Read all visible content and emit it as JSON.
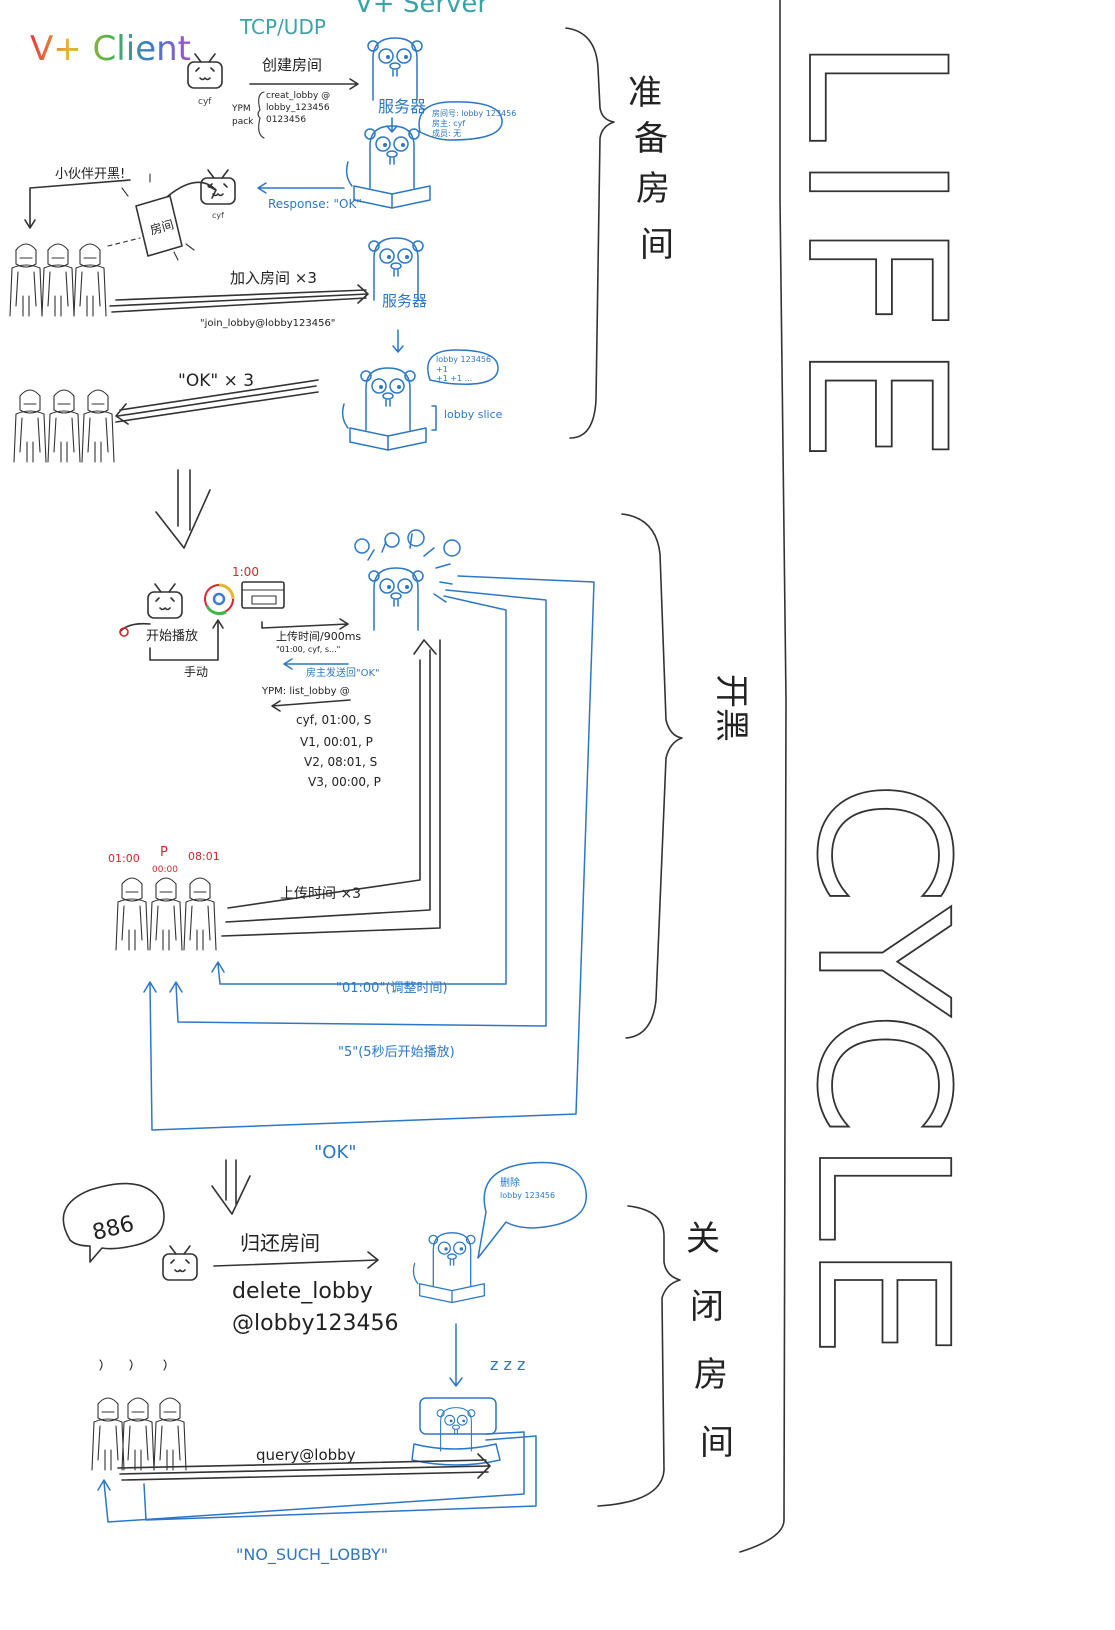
{
  "header": {
    "client": "V+ Client",
    "transport": "TCP/UDP",
    "server": "V+ Server"
  },
  "colors": {
    "ink": "#333333",
    "blue": "#2b77c8",
    "red": "#d6262b",
    "client_gradient": [
      "#e23c3c",
      "#e8b530",
      "#47b34b",
      "#3a7bd5",
      "#a84fd0"
    ]
  },
  "phases": {
    "prepare": {
      "label_lines": [
        "准",
        "备",
        "房",
        "间"
      ]
    },
    "play": {
      "label": "开黑"
    },
    "close": {
      "label_lines": [
        "关",
        "闭",
        "房",
        "间"
      ]
    },
    "big_title": [
      "LIFE",
      "CYCLE"
    ]
  },
  "prepare": {
    "host_name": "cyf",
    "create_title": "创建房间",
    "create_cmd": "creat_lobby @",
    "create_lobby": "lobby_123456",
    "create_id": "0123456",
    "ypm_prefix": [
      "YPM",
      "pack"
    ],
    "server_label": "服务器",
    "server_bubble": [
      "房间号: lobby 123456",
      "房主: cyf",
      "成员: 无"
    ],
    "response": "Response: \"OK\"",
    "invite": "小伙伴开黑!",
    "room_card": "房间",
    "join_title": "加入房间 ×3",
    "join_cmd": "\"join_lobby@lobby123456\"",
    "server_label2": "服务器",
    "lobby_bubble": [
      "lobby 123456",
      "+1",
      "+1 +1 ..."
    ],
    "lobby_slice": "lobby slice",
    "ok_x3": "\"OK\" × 3"
  },
  "play": {
    "timer": "1:00",
    "start_label": "开始播放",
    "manual": "手动",
    "upload_title": "上传时间/900ms",
    "upload_payload": "\"01:00, cyf, s...\"",
    "host_ok": "房主发送回\"OK\"",
    "ypm_list": "YPM: list_lobby @",
    "list_rows": [
      "cyf, 01:00, S",
      "V1, 00:01, P",
      "V2, 08:01, S",
      "V3, 00:00, P"
    ],
    "member_times": [
      "01:00",
      "P",
      "00:00",
      "08:01"
    ],
    "members_upload": "上传时间 ×3",
    "adjust_time": "\"01:00\"(调整时间)",
    "start_in_5s": "\"5\"(5秒后开始播放)",
    "ok": "\"OK\""
  },
  "close": {
    "bye": "886",
    "return_title": "归还房间",
    "delete_cmd": "delete_lobby",
    "delete_target": "@lobby123456",
    "server_bubble": [
      "删除",
      "lobby 123456"
    ],
    "sleep": "z z z",
    "query": "query@lobby",
    "not_found": "\"NO_SUCH_LOBBY\""
  }
}
